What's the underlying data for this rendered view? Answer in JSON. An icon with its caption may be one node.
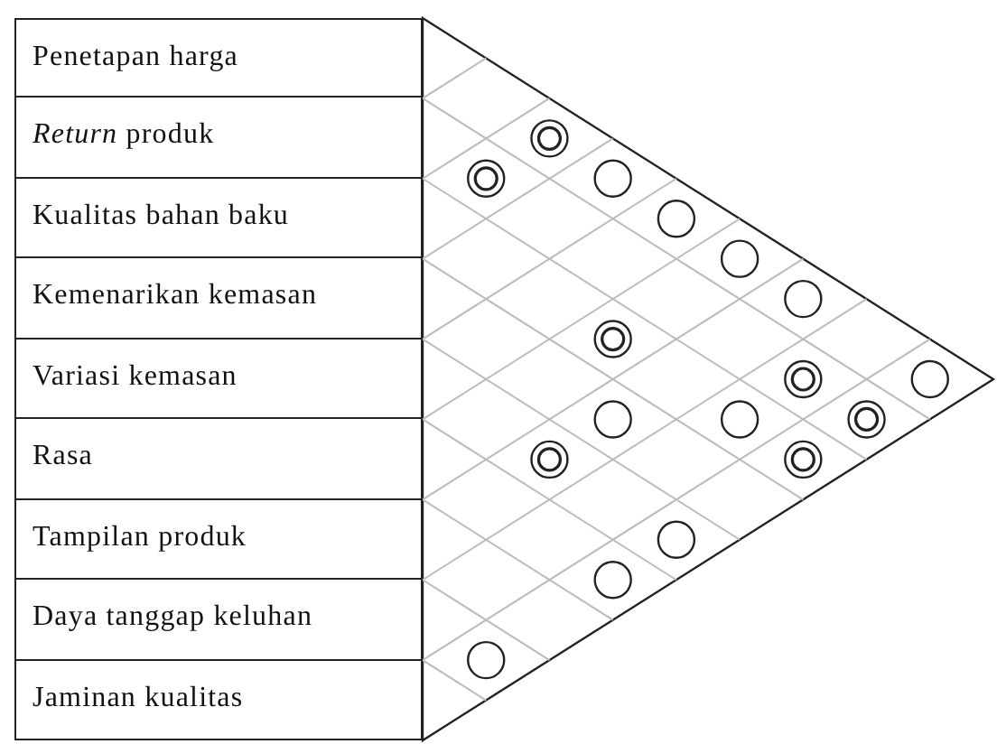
{
  "diagram": {
    "nodes": [
      {
        "text": [
          "Penetapan harga"
        ]
      },
      {
        "text": [
          "*Return* produk"
        ]
      },
      {
        "text": [
          "Kualitas bahan baku"
        ]
      },
      {
        "text": [
          "Kemenarikan kemasan"
        ]
      },
      {
        "text": [
          "Variasi kemasan"
        ]
      },
      {
        "text": [
          "Rasa"
        ]
      },
      {
        "text": [
          "Tampilan produk"
        ]
      },
      {
        "text": [
          "Daya tanggap keluhan"
        ]
      },
      {
        "text": [
          "Jaminan kualitas"
        ]
      }
    ]
  }
}
